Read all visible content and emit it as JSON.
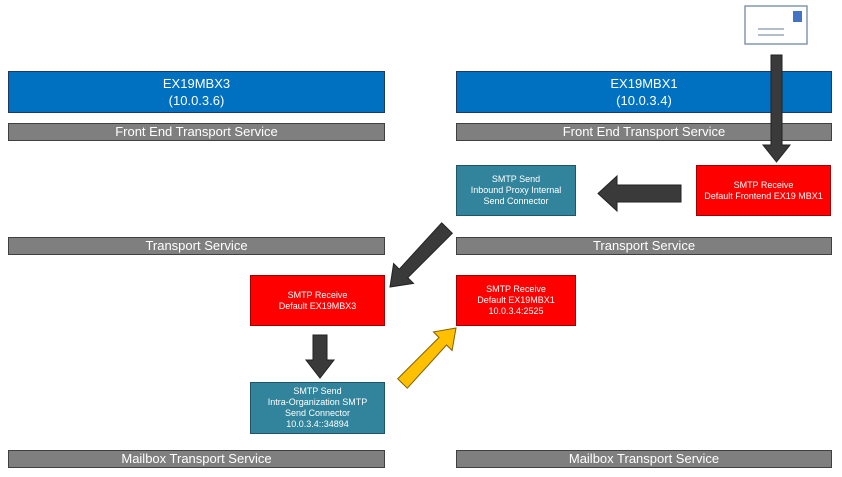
{
  "servers": {
    "left": {
      "name": "EX19MBX3",
      "ip": "(10.0.3.6)"
    },
    "right": {
      "name": "EX19MBX1",
      "ip": "(10.0.3.4)"
    }
  },
  "services": {
    "front_end": "Front End Transport Service",
    "transport": "Transport Service",
    "mailbox": "Mailbox Transport Service"
  },
  "connectors": {
    "receive_frontend": {
      "line1": "SMTP Receive",
      "line2": "Default Frontend EX19 MBX1"
    },
    "send_proxy": {
      "line1": "SMTP Send",
      "line2": "Inbound Proxy Internal",
      "line3": "Send Connector"
    },
    "receive_mbx3": {
      "line1": "SMTP Receive",
      "line2": "Default EX19MBX3"
    },
    "receive_mbx1": {
      "line1": "SMTP Receive",
      "line2": "Default EX19MBX1",
      "line3": "10.0.3.4:2525"
    },
    "send_intraorg": {
      "line1": "SMTP Send",
      "line2": "Intra-Organization SMTP",
      "line3": "Send Connector",
      "line4": "10.0.3.4::34894"
    }
  },
  "colors": {
    "server": "#0070c0",
    "service_bar": "#7f7f7f",
    "receive_connector": "#ff0000",
    "send_connector": "#31849b",
    "flow_arrow": "#3a3a3a",
    "highlight_arrow": "#ffc000"
  },
  "icons": {
    "message": "envelope-icon"
  }
}
